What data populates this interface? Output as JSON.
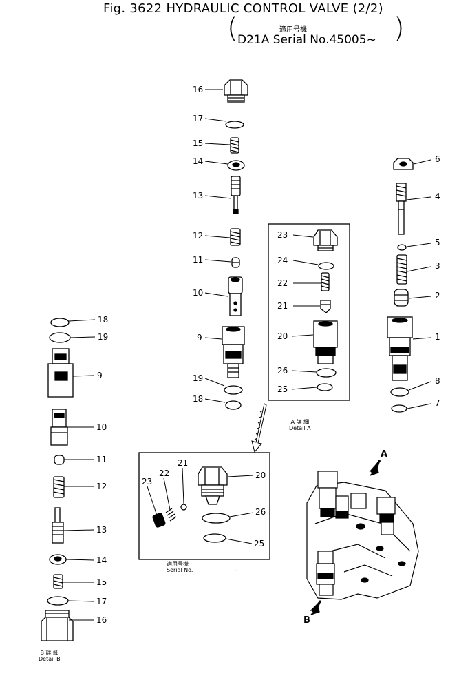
{
  "header": {
    "title": "Fig. 3622 HYDRAULIC CONTROL VALVE (2/2)",
    "applicability_jp": "適用号機",
    "serial_text": "D21A Serial No.45005~"
  },
  "detail_a": {
    "jp": "A 詳 細",
    "en": "Detail A"
  },
  "detail_b": {
    "jp": "B 詳 細",
    "en": "Detail B"
  },
  "lower_box_serial": {
    "jp": "適用号機",
    "en": "Serial No.",
    "suffix": "~"
  },
  "view_arrows": {
    "a": "A",
    "b": "B"
  },
  "callouts": {
    "c1": "1",
    "c2": "2",
    "c3": "3",
    "c4": "4",
    "c5": "5",
    "c6": "6",
    "c7": "7",
    "c8": "8",
    "c9": "9",
    "c10": "10",
    "c11": "11",
    "c12": "12",
    "c13": "13",
    "c14": "14",
    "c15": "15",
    "c16": "16",
    "c17": "17",
    "c18": "18",
    "c19": "19",
    "c20": "20",
    "c21": "21",
    "c22": "22",
    "c23": "23",
    "c24": "24",
    "c25": "25",
    "c26": "26"
  }
}
